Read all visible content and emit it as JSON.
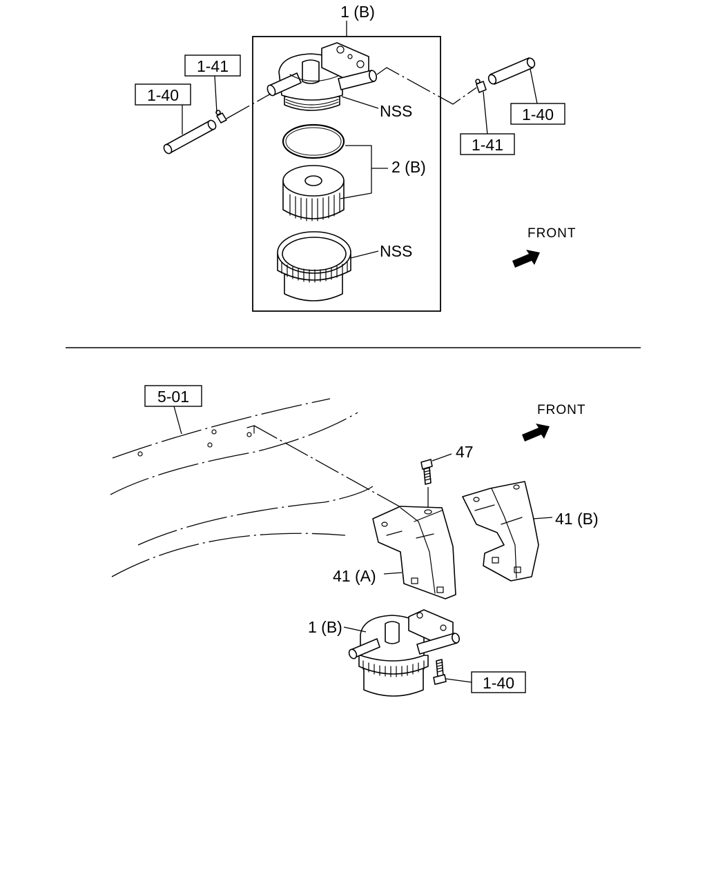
{
  "top_view": {
    "assembly_label": "1 (B)",
    "callouts": {
      "left_hose_ref": "1-40",
      "left_clip_ref": "1-41",
      "right_hose_ref": "1-40",
      "right_clip_ref": "1-41",
      "head_label": "NSS",
      "element_label": "2 (B)",
      "bowl_label": "NSS"
    },
    "direction_label": "FRONT",
    "direction_icon": "front-arrow-icon"
  },
  "bottom_view": {
    "frame_ref": "5-01",
    "bolt_label": "47",
    "bracket_a_label": "41 (A)",
    "bracket_b_label": "41 (B)",
    "filter_label": "1 (B)",
    "mount_bolt_ref": "1-40",
    "direction_label": "FRONT",
    "direction_icon": "front-arrow-icon"
  }
}
